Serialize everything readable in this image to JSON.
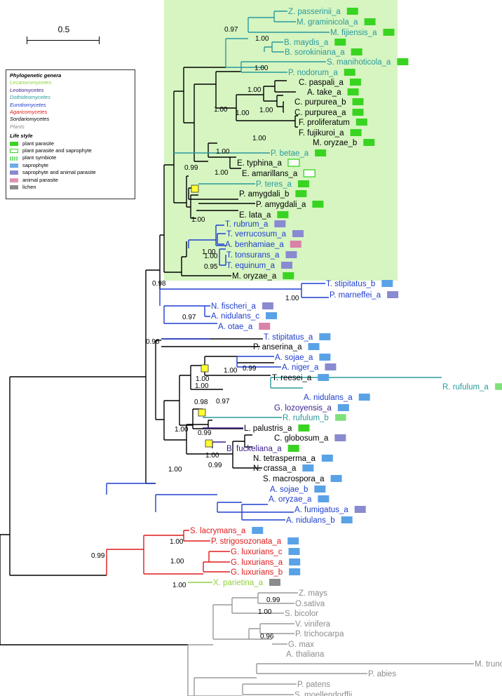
{
  "scale_bar": {
    "label": "0.5"
  },
  "legend": {
    "genera_title": "Phylogenetic genera",
    "genera": [
      {
        "name": "Lecanoromycetes",
        "color": "#8fd13b"
      },
      {
        "name": "Leotiomycetes",
        "color": "#3a1f8c"
      },
      {
        "name": "Dothideomycetes",
        "color": "#2a9a9c"
      },
      {
        "name": "Eurotiomycetes",
        "color": "#1e3ecf"
      },
      {
        "name": "Agaricomycetes",
        "color": "#e01a1a"
      },
      {
        "name": "Sordariomycetes",
        "color": "#000000"
      },
      {
        "name": "Plants",
        "color": "#8c8c8c"
      }
    ],
    "lifestyle_title": "Life style",
    "lifestyles": [
      {
        "name": "plant parasite",
        "key": "pp",
        "color": "#39d422"
      },
      {
        "name": "plant parasite and saprophyte",
        "key": "pps",
        "color": "#39d422"
      },
      {
        "name": "plant symbiote",
        "key": "sym",
        "color": "#7fe07a"
      },
      {
        "name": "saprophyte",
        "key": "sap",
        "color": "#5aa2e6"
      },
      {
        "name": "saprophyte and animal parasite",
        "key": "sapap",
        "color": "#8a8ad0"
      },
      {
        "name": "animal parasite",
        "key": "ap",
        "color": "#d982a8"
      },
      {
        "name": "lichen",
        "key": "li",
        "color": "#8c8c8c"
      }
    ]
  },
  "leaves": [
    {
      "label": "Z. passerinii_a",
      "genus": "Dothideomycetes",
      "lifestyle": "plant parasite"
    },
    {
      "label": "M. graminicola_a",
      "genus": "Dothideomycetes",
      "lifestyle": "plant parasite"
    },
    {
      "label": "M. fijiensis_a",
      "genus": "Dothideomycetes",
      "lifestyle": "plant parasite"
    },
    {
      "label": "B. maydis_a",
      "genus": "Dothideomycetes",
      "lifestyle": "plant parasite"
    },
    {
      "label": "B. sorokiniana_a",
      "genus": "Dothideomycetes",
      "lifestyle": "plant parasite"
    },
    {
      "label": "S. manihoticola_a",
      "genus": "Dothideomycetes",
      "lifestyle": "plant parasite"
    },
    {
      "label": "P. nodorum_a",
      "genus": "Dothideomycetes",
      "lifestyle": "plant parasite"
    },
    {
      "label": "C. paspali_a",
      "genus": "Sordariomycetes",
      "lifestyle": "plant parasite"
    },
    {
      "label": "A. take_a",
      "genus": "Sordariomycetes",
      "lifestyle": "plant parasite"
    },
    {
      "label": "C. purpurea_b",
      "genus": "Sordariomycetes",
      "lifestyle": "plant parasite"
    },
    {
      "label": "C. purpurea_a",
      "genus": "Sordariomycetes",
      "lifestyle": "plant parasite"
    },
    {
      "label": "F. proliferatum",
      "genus": "Sordariomycetes",
      "lifestyle": "plant parasite"
    },
    {
      "label": "F. fujikuroi_a",
      "genus": "Sordariomycetes",
      "lifestyle": "plant parasite"
    },
    {
      "label": "M. oryzae_b",
      "genus": "Sordariomycetes",
      "lifestyle": "plant parasite"
    },
    {
      "label": "P. betae_a",
      "genus": "Dothideomycetes",
      "lifestyle": "plant parasite"
    },
    {
      "label": "E. typhina_a",
      "genus": "Sordariomycetes",
      "lifestyle": "plant parasite and saprophyte"
    },
    {
      "label": "E. amarillans_a",
      "genus": "Sordariomycetes",
      "lifestyle": "plant parasite and saprophyte"
    },
    {
      "label": "P. teres_a",
      "genus": "Dothideomycetes",
      "lifestyle": "plant parasite"
    },
    {
      "label": "P. amygdali_b",
      "genus": "Sordariomycetes",
      "lifestyle": "plant parasite"
    },
    {
      "label": "P. amygdali_a",
      "genus": "Sordariomycetes",
      "lifestyle": "plant parasite"
    },
    {
      "label": "E. lata_a",
      "genus": "Sordariomycetes",
      "lifestyle": "plant parasite"
    },
    {
      "label": "T. rubrum_a",
      "genus": "Eurotiomycetes",
      "lifestyle": "saprophyte and animal parasite"
    },
    {
      "label": "T. verrucosum_a",
      "genus": "Eurotiomycetes",
      "lifestyle": "saprophyte and animal parasite"
    },
    {
      "label": "A. benhamiae_a",
      "genus": "Eurotiomycetes",
      "lifestyle": "animal parasite"
    },
    {
      "label": "T. tonsurans_a",
      "genus": "Eurotiomycetes",
      "lifestyle": "saprophyte and animal parasite"
    },
    {
      "label": "T. equinum_a",
      "genus": "Eurotiomycetes",
      "lifestyle": "saprophyte and animal parasite"
    },
    {
      "label": "M. oryzae_a",
      "genus": "Sordariomycetes",
      "lifestyle": "plant parasite"
    },
    {
      "label": "T. stipitatus_b",
      "genus": "Eurotiomycetes",
      "lifestyle": "saprophyte"
    },
    {
      "label": "P. marneffei_a",
      "genus": "Eurotiomycetes",
      "lifestyle": "saprophyte and animal parasite"
    },
    {
      "label": "N. fischeri_a",
      "genus": "Eurotiomycetes",
      "lifestyle": "saprophyte and animal parasite"
    },
    {
      "label": "A. nidulans_c",
      "genus": "Eurotiomycetes",
      "lifestyle": "saprophyte"
    },
    {
      "label": "A. otae_a",
      "genus": "Eurotiomycetes",
      "lifestyle": "animal parasite"
    },
    {
      "label": "T. stipitatus_a",
      "genus": "Eurotiomycetes",
      "lifestyle": "saprophyte"
    },
    {
      "label": "P. anserina_a",
      "genus": "Sordariomycetes",
      "lifestyle": "saprophyte"
    },
    {
      "label": "A. sojae_a",
      "genus": "Eurotiomycetes",
      "lifestyle": "saprophyte"
    },
    {
      "label": "A. niger_a",
      "genus": "Eurotiomycetes",
      "lifestyle": "saprophyte and animal parasite"
    },
    {
      "label": "T. reesei_a",
      "genus": "Sordariomycetes",
      "lifestyle": "saprophyte"
    },
    {
      "label": "R. rufulum_a",
      "genus": "Dothideomycetes",
      "lifestyle": "plant symbiote"
    },
    {
      "label": "A. nidulans_a",
      "genus": "Eurotiomycetes",
      "lifestyle": "saprophyte"
    },
    {
      "label": "G. lozoyensis_a",
      "genus": "Leotiomycetes",
      "lifestyle": "saprophyte"
    },
    {
      "label": "R. rufulum_b",
      "genus": "Dothideomycetes",
      "lifestyle": "plant symbiote"
    },
    {
      "label": "L. palustris_a",
      "genus": "Sordariomycetes",
      "lifestyle": "plant parasite"
    },
    {
      "label": "C. globosum_a",
      "genus": "Sordariomycetes",
      "lifestyle": "saprophyte and animal parasite"
    },
    {
      "label": "B. fuckeliana_a",
      "genus": "Leotiomycetes",
      "lifestyle": "plant parasite"
    },
    {
      "label": "N. tetrasperma_a",
      "genus": "Sordariomycetes",
      "lifestyle": "saprophyte"
    },
    {
      "label": "N. crassa_a",
      "genus": "Sordariomycetes",
      "lifestyle": "saprophyte"
    },
    {
      "label": "S. macrospora_a",
      "genus": "Sordariomycetes",
      "lifestyle": "saprophyte"
    },
    {
      "label": "A. sojae_b",
      "genus": "Eurotiomycetes",
      "lifestyle": "saprophyte"
    },
    {
      "label": "A. oryzae_a",
      "genus": "Eurotiomycetes",
      "lifestyle": "saprophyte"
    },
    {
      "label": "A. fumigatus_a",
      "genus": "Eurotiomycetes",
      "lifestyle": "saprophyte and animal parasite"
    },
    {
      "label": "A. nidulans_b",
      "genus": "Eurotiomycetes",
      "lifestyle": "saprophyte"
    },
    {
      "label": "S. lacrymans_a",
      "genus": "Agaricomycetes",
      "lifestyle": "saprophyte"
    },
    {
      "label": "P. strigosozonata_a",
      "genus": "Agaricomycetes",
      "lifestyle": "saprophyte"
    },
    {
      "label": "G. luxurians_c",
      "genus": "Agaricomycetes",
      "lifestyle": "saprophyte"
    },
    {
      "label": "G. luxurians_a",
      "genus": "Agaricomycetes",
      "lifestyle": "saprophyte"
    },
    {
      "label": "G. luxurians_b",
      "genus": "Agaricomycetes",
      "lifestyle": "saprophyte"
    },
    {
      "label": "X. parietina_a",
      "genus": "Lecanoromycetes",
      "lifestyle": "lichen"
    },
    {
      "label": "Z. mays",
      "genus": "Plants",
      "lifestyle": ""
    },
    {
      "label": "O.sativa",
      "genus": "Plants",
      "lifestyle": ""
    },
    {
      "label": "S. bicolor",
      "genus": "Plants",
      "lifestyle": ""
    },
    {
      "label": "V. vinifera",
      "genus": "Plants",
      "lifestyle": ""
    },
    {
      "label": "P. trichocarpa",
      "genus": "Plants",
      "lifestyle": ""
    },
    {
      "label": "G. max",
      "genus": "Plants",
      "lifestyle": ""
    },
    {
      "label": "A. thaliana",
      "genus": "Plants",
      "lifestyle": ""
    },
    {
      "label": "M. truncatula",
      "genus": "Plants",
      "lifestyle": ""
    },
    {
      "label": "P. abies",
      "genus": "Plants",
      "lifestyle": ""
    },
    {
      "label": "P. patens",
      "genus": "Plants",
      "lifestyle": ""
    },
    {
      "label": "S. moellendorffii",
      "genus": "Plants",
      "lifestyle": ""
    }
  ],
  "support_values": [
    "0.97",
    "1.00",
    "1.00",
    "1.00",
    "1.00",
    "1.00",
    "1.00",
    "1.00",
    "1.00",
    "1.00",
    "0.99",
    "1.00",
    "1.00",
    "1.00",
    "0.95",
    "0.98",
    "1.00",
    "0.97",
    "0.96",
    "1.00",
    "1.00",
    "0.99",
    "1.00",
    "0.98",
    "0.97",
    "0.99",
    "1.00",
    "1.00",
    "1.00",
    "0.99",
    "1.00",
    "1.00",
    "0.99",
    "1.00",
    "0.99",
    "1.00",
    "0.96"
  ]
}
